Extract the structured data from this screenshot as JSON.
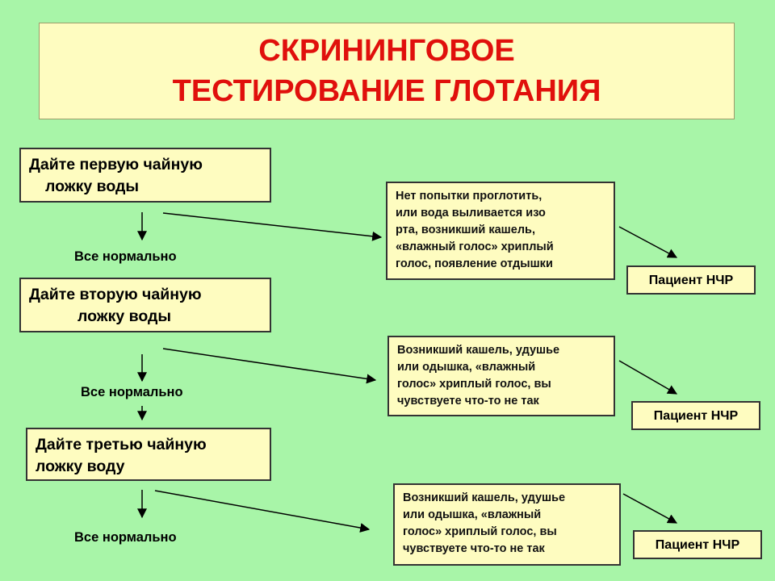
{
  "title": {
    "line1": "СКРИНИНГОВОЕ",
    "line2": "ТЕСТИРОВАНИЕ ГЛОТАНИЯ"
  },
  "steps": [
    {
      "line1": "Дайте первую чайную",
      "line2": "ложку воды"
    },
    {
      "line1": "Дайте вторую чайную",
      "line2": "ложку воды"
    },
    {
      "line1": "Дайте третью чайную",
      "line2": "ложку воду"
    }
  ],
  "normal_label": "Все нормально",
  "conditions": [
    {
      "lines": [
        "Нет попытки проглотить,",
        "или вода выливается изо",
        "рта, возникший кашель,",
        "«влажный голос» хриплый",
        "голос, появление отдышки"
      ]
    },
    {
      "lines": [
        "Возникший кашель, удушье",
        "или одышка, «влажный",
        "голос» хриплый голос, вы",
        "чувствуете что-то не так"
      ]
    },
    {
      "lines": [
        "Возникший кашель, удушье",
        "или одышка, «влажный",
        "голос» хриплый голос, вы",
        "чувствуете что-то не так"
      ]
    }
  ],
  "result_label": "Пациент НЧР"
}
